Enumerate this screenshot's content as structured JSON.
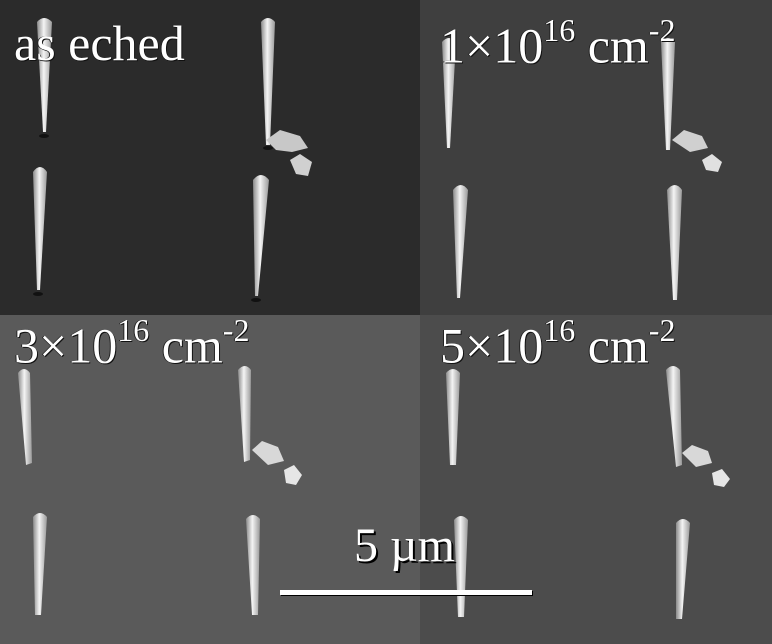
{
  "figure": {
    "panels": [
      {
        "prefix": "as eched",
        "base": "",
        "exponent": "",
        "unit": "",
        "unit_exp": ""
      },
      {
        "prefix": "1×10",
        "base": "",
        "exponent": "16",
        "unit": " cm",
        "unit_exp": "-2"
      },
      {
        "prefix": "3×10",
        "base": "",
        "exponent": "16",
        "unit": " cm",
        "unit_exp": "-2"
      },
      {
        "prefix": "5×10",
        "base": "",
        "exponent": "16",
        "unit": " cm",
        "unit_exp": "-2"
      }
    ],
    "scale_bar_label": "5 µm"
  },
  "colors": {
    "panel_tl_bg": "#2a2a2a",
    "panel_tr_bg": "#3e3e3e",
    "panel_bl_bg": "#5a5a5a",
    "panel_br_bg": "#4c4c4c",
    "wire": "#e8e8e8",
    "scale": "#ffffff"
  }
}
